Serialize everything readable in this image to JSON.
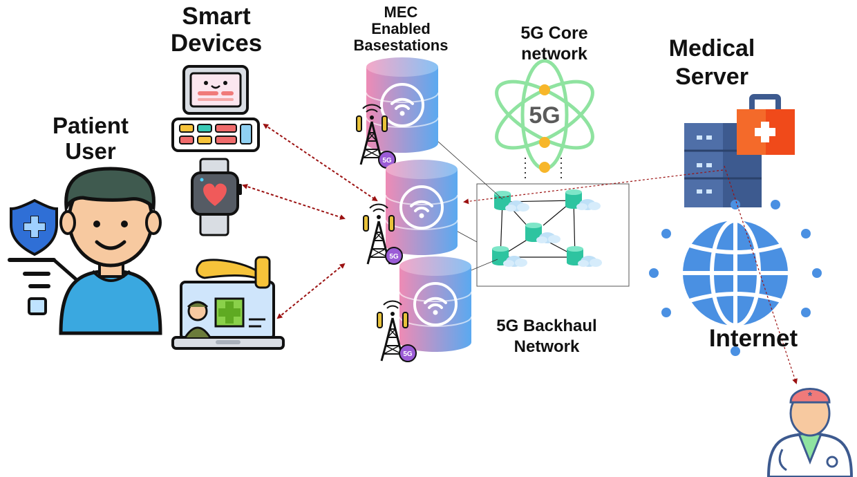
{
  "labels": {
    "patient_user": "Patient\nUser",
    "smart_devices": "Smart\nDevices",
    "mec_basestations": "MEC\nEnabled\nBasestations",
    "core_network": "5G Core\nnetwork",
    "medical_server": "Medical\nServer",
    "backhaul": "5G Backhaul\nNetwork",
    "internet": "Internet",
    "core_icon_text": "5G",
    "tower_badge": "5G"
  },
  "colors": {
    "arrow": "#9b1111",
    "disk_pink": "#ee8bb5",
    "disk_blue": "#5aa9f0",
    "badge": "#9b5cd6",
    "core_green": "#8fe3a0",
    "core_node": "#f7b62a",
    "globe": "#4a90e2",
    "server": "#3d5a8f",
    "medkit": "#f05a1a",
    "skin": "#f7c9a0",
    "shirt": "#3aa8e0",
    "hair": "#3f5a4f"
  },
  "icons": [
    "patient-avatar",
    "shield-icon",
    "smart-monitor-icon",
    "smartwatch-icon",
    "laptop-doctor-icon",
    "cell-tower-icon",
    "database-wifi-icon",
    "atom-5g-icon",
    "server-rack-icon",
    "medkit-icon",
    "globe-icon",
    "doctor-avatar"
  ]
}
